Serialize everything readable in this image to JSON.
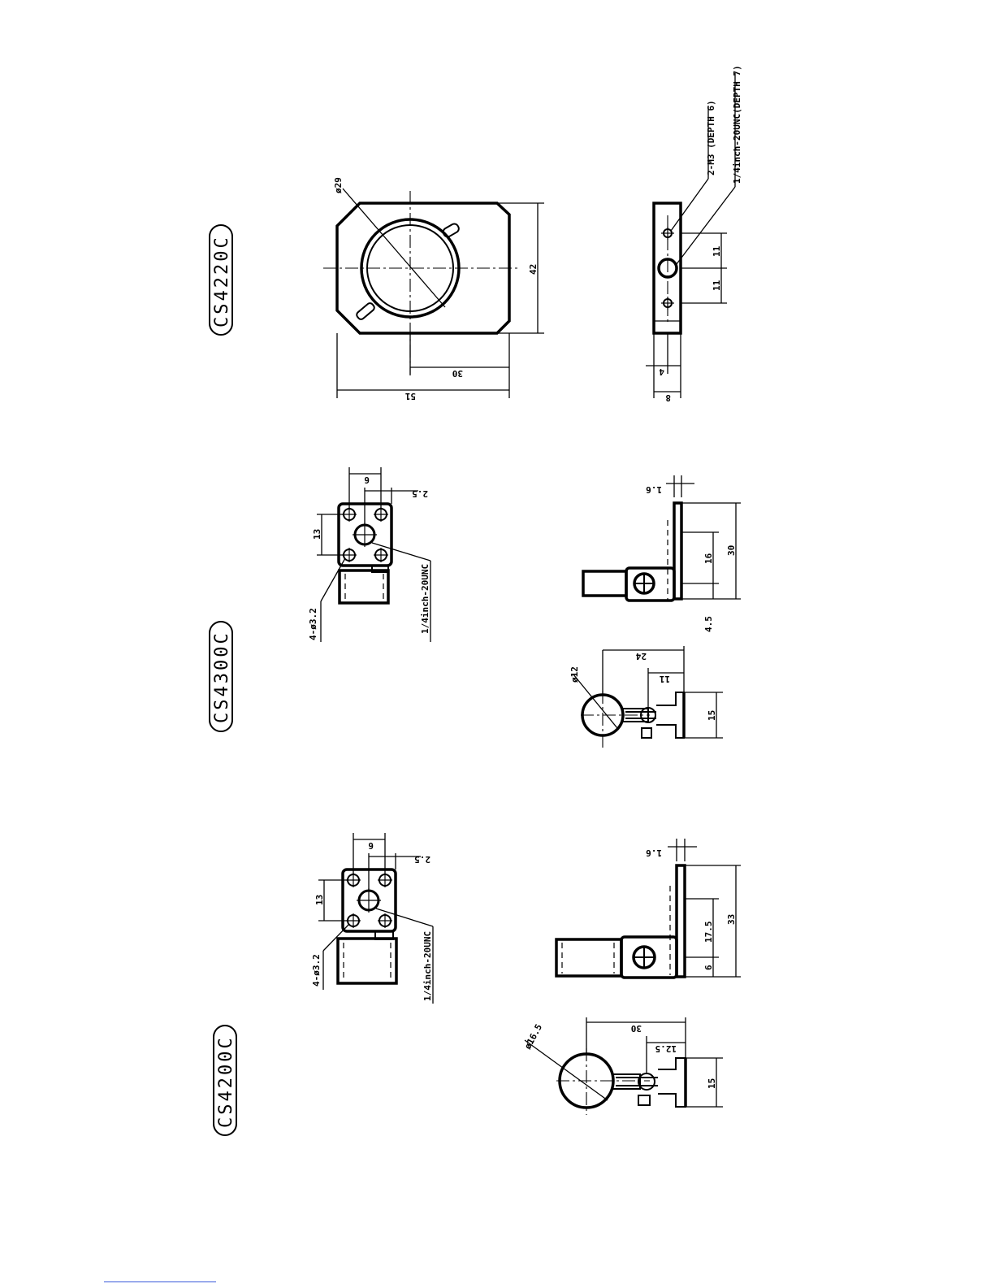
{
  "models": [
    {
      "id": "CS4220C",
      "label": "CS4220C",
      "dims": {
        "d_hole": "ø29",
        "height": "42",
        "width": "51",
        "half_width": "30",
        "pitch_a": "11",
        "pitch_b": "11",
        "thickness": "8",
        "offset": "4",
        "thread_note_1": "2-M3 (DEPTH 6)",
        "thread_note_2": "1/4inch-20UNC(DEPTH 7)"
      }
    },
    {
      "id": "CS4300C",
      "label": "CS4300C",
      "dims": {
        "holes": "4-ø3.2",
        "thread": "1/4inch-20UNC",
        "pitch_x": "13",
        "pitch_y": "6",
        "edge": "2.5",
        "plate_t": "1.6",
        "len_a": "4.5",
        "len_b": "16",
        "len_c": "30",
        "d_ring": "ø12",
        "h_total": "24",
        "h_clamp": "11",
        "base": "15"
      }
    },
    {
      "id": "CS4200C",
      "label": "CS4200C",
      "dims": {
        "holes": "4-ø3.2",
        "thread": "1/4inch-20UNC",
        "pitch_x": "13",
        "pitch_y": "6",
        "edge": "2.5",
        "plate_t": "1.6",
        "len_a": "6",
        "len_b": "17.5",
        "len_c": "33",
        "d_ring": "ø16.5",
        "h_total": "30",
        "h_clamp": "12.5",
        "base": "15"
      }
    }
  ]
}
